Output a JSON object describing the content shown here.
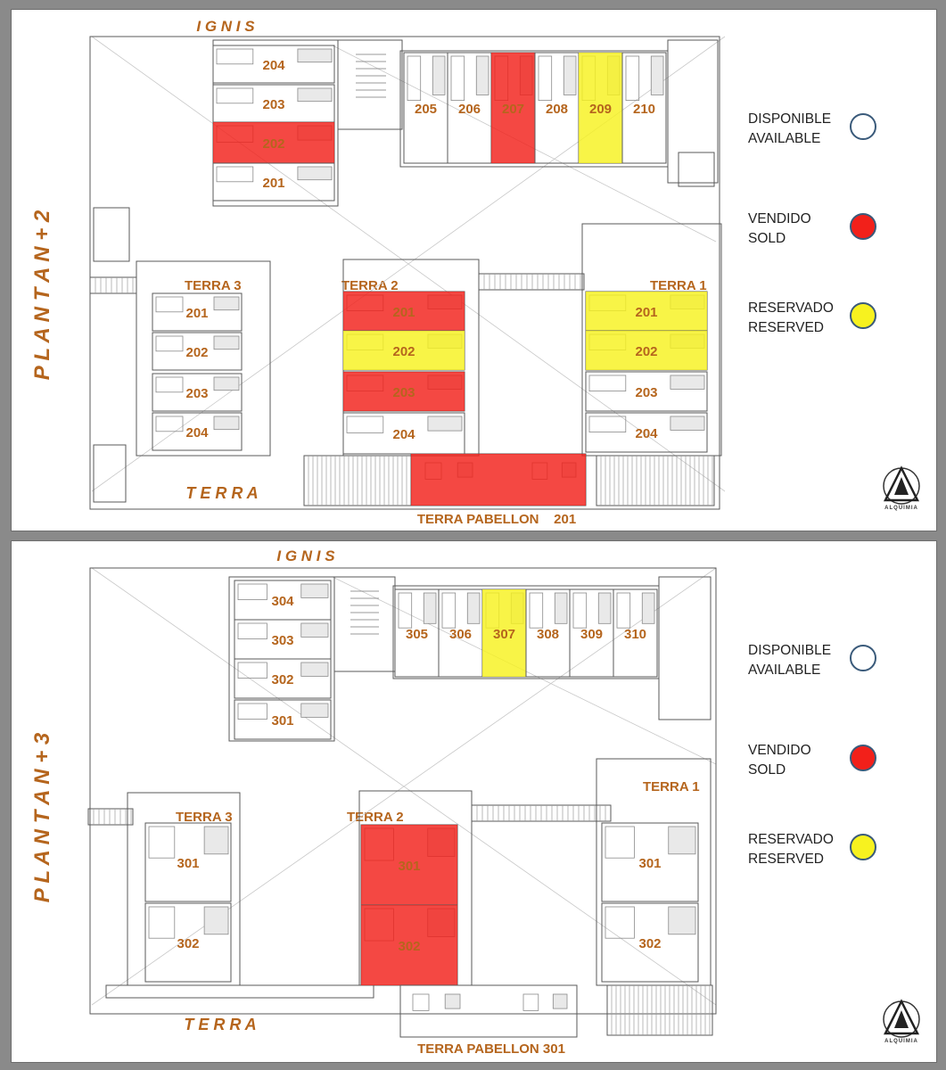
{
  "colors": {
    "available": "#ffffff",
    "sold": "#f2201a",
    "reserved": "#f7f21f",
    "label": "#b5651d",
    "line": "#5a5a5a"
  },
  "legend": [
    {
      "es": "DISPONIBLE",
      "en": "AVAILABLE",
      "status": "available"
    },
    {
      "es": "VENDIDO",
      "en": "SOLD",
      "status": "sold"
    },
    {
      "es": "RESERVADO",
      "en": "RESERVED",
      "status": "reserved"
    }
  ],
  "logo": {
    "text": "ALQUIMIA"
  },
  "plans": {
    "n2": {
      "title": "P L A N T A   N + 2",
      "ignis": "I G N I S",
      "terra": "T E R R A",
      "pavilion_label": "TERRA PABELLON    201",
      "wings": {
        "terra3": "TERRA 3",
        "terra2": "TERRA 2",
        "terra1": "TERRA 1"
      },
      "ignis_vertical_units": [
        {
          "label": "204",
          "status": "available"
        },
        {
          "label": "203",
          "status": "available"
        },
        {
          "label": "202",
          "status": "sold"
        },
        {
          "label": "201",
          "status": "available"
        }
      ],
      "ignis_row_units": [
        {
          "label": "205",
          "status": "available"
        },
        {
          "label": "206",
          "status": "available"
        },
        {
          "label": "207",
          "status": "sold"
        },
        {
          "label": "208",
          "status": "available"
        },
        {
          "label": "209",
          "status": "reserved"
        },
        {
          "label": "210",
          "status": "available"
        }
      ],
      "terra3_units": [
        {
          "label": "201",
          "status": "available"
        },
        {
          "label": "202",
          "status": "available"
        },
        {
          "label": "203",
          "status": "available"
        },
        {
          "label": "204",
          "status": "available"
        }
      ],
      "terra2_units": [
        {
          "label": "201",
          "status": "sold"
        },
        {
          "label": "202",
          "status": "reserved"
        },
        {
          "label": "203",
          "status": "sold"
        },
        {
          "label": "204",
          "status": "available"
        }
      ],
      "terra1_units": [
        {
          "label": "201",
          "status": "reserved"
        },
        {
          "label": "202",
          "status": "reserved"
        },
        {
          "label": "203",
          "status": "available"
        },
        {
          "label": "204",
          "status": "available"
        }
      ],
      "pavilion_status": "sold"
    },
    "n3": {
      "title": "P L A N T A   N + 3",
      "ignis": "I G N I S",
      "terra": "T E R R A",
      "pavilion_label": "TERRA PABELLON 301",
      "wings": {
        "terra3": "TERRA 3",
        "terra2": "TERRA 2",
        "terra1": "TERRA 1"
      },
      "ignis_vertical_units": [
        {
          "label": "304",
          "status": "available"
        },
        {
          "label": "303",
          "status": "available"
        },
        {
          "label": "302",
          "status": "available"
        },
        {
          "label": "301",
          "status": "available"
        }
      ],
      "ignis_row_units": [
        {
          "label": "305",
          "status": "available"
        },
        {
          "label": "306",
          "status": "available"
        },
        {
          "label": "307",
          "status": "reserved"
        },
        {
          "label": "308",
          "status": "available"
        },
        {
          "label": "309",
          "status": "available"
        },
        {
          "label": "310",
          "status": "available"
        }
      ],
      "terra3_units": [
        {
          "label": "301",
          "status": "available"
        },
        {
          "label": "302",
          "status": "available"
        }
      ],
      "terra2_units": [
        {
          "label": "301",
          "status": "sold"
        },
        {
          "label": "302",
          "status": "sold"
        }
      ],
      "terra1_units": [
        {
          "label": "301",
          "status": "available"
        },
        {
          "label": "302",
          "status": "available"
        }
      ],
      "pavilion_status": "available"
    }
  }
}
